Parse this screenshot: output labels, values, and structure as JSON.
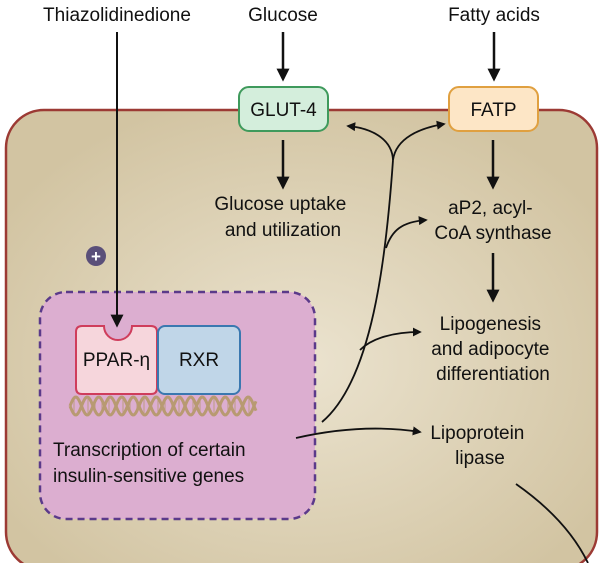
{
  "inputs": {
    "drug": "Thiazolidinedione",
    "glucose": "Glucose",
    "fatty_acids": "Fatty acids"
  },
  "transporters": {
    "glut4": "GLUT-4",
    "fatp": "FATP"
  },
  "receptors": {
    "ppar": "PPAR-η",
    "rxr": "RXR"
  },
  "activation_symbol": "+",
  "nucleus": {
    "transcription_line1": "Transcription of certain",
    "transcription_line2": "insulin-sensitive genes"
  },
  "effects": {
    "glucose_uptake_line1": "Glucose uptake",
    "glucose_uptake_line2": "and utilization",
    "ap2_line1": "aP2, acyl-",
    "ap2_line2": "CoA synthase",
    "lipogenesis_line1": "Lipogenesis",
    "lipogenesis_line2": "and adipocyte",
    "lipogenesis_line3": "differentiation",
    "lipoprotein_line1": "Lipoprotein",
    "lipoprotein_line2": "lipase"
  },
  "colors": {
    "cell_fill": "#d6c9a9",
    "cell_border": "#9c3a34",
    "nucleus_fill": "#dcaed0",
    "nucleus_border": "#5b3a8a",
    "glut4_fill": "#d4eedc",
    "glut4_border": "#3f9a5c",
    "fatp_fill": "#fde6c6",
    "fatp_border": "#e0a040",
    "ppar_fill": "#f6d6dc",
    "ppar_border": "#cf3d5c",
    "rxr_fill": "#c0d6e8",
    "rxr_border": "#3a78b0",
    "dna": "#b89a72",
    "plus_fill": "#5a4f79"
  }
}
